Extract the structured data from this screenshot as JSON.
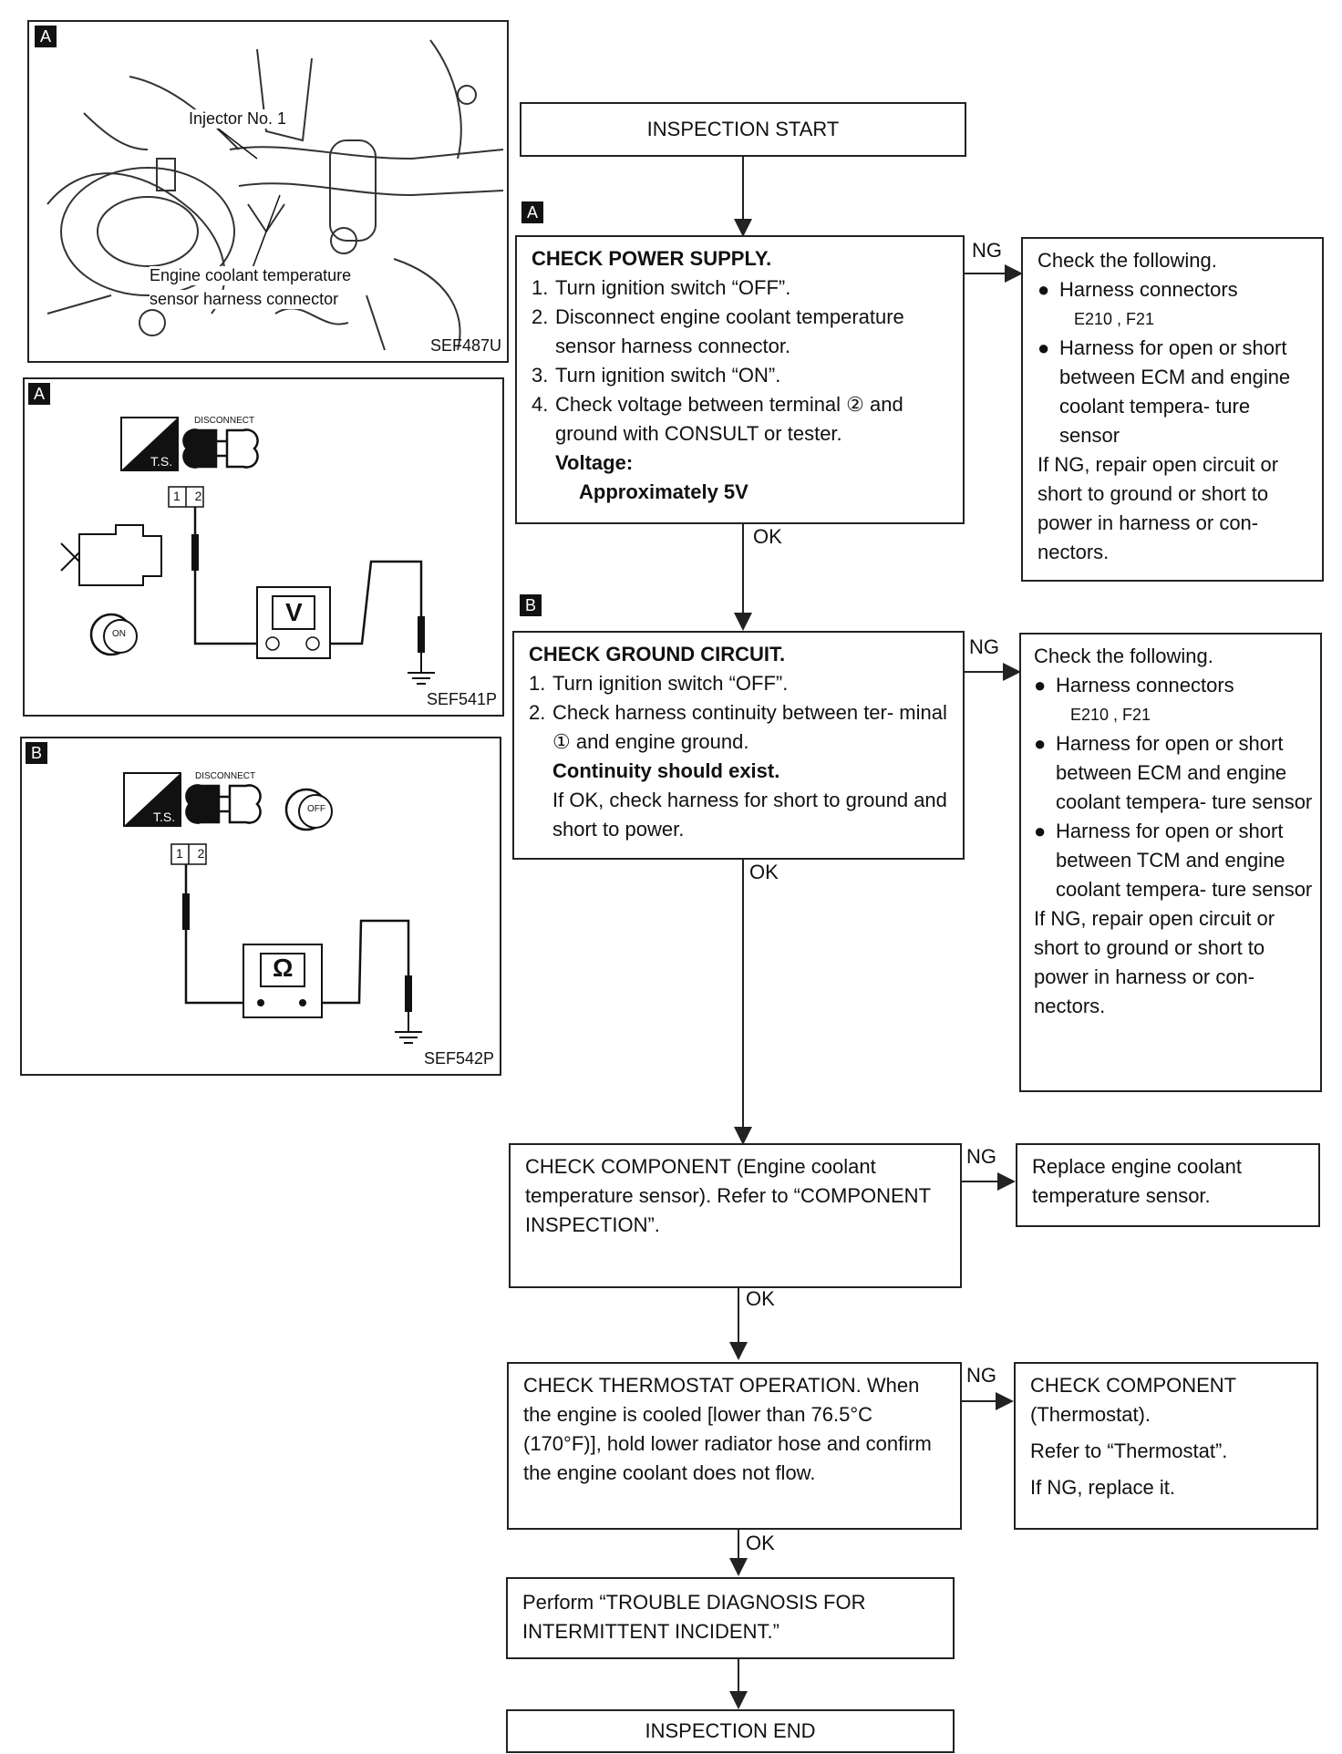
{
  "figures": {
    "photo": {
      "tag": "A",
      "label_injector": "Injector No. 1",
      "label_connector_1": "Engine coolant temperature",
      "label_connector_2": "sensor harness connector",
      "code": "SEF487U"
    },
    "voltage_diagram": {
      "tag": "A",
      "disconnect": "DISCONNECT",
      "ts": "T.S.",
      "pins": "1 2",
      "meter": "V",
      "switch": "ON",
      "code": "SEF541P"
    },
    "continuity_diagram": {
      "tag": "B",
      "disconnect": "DISCONNECT",
      "ts": "T.S.",
      "pins": "1 2",
      "meter": "Ω",
      "switch": "OFF",
      "code": "SEF542P"
    }
  },
  "flow": {
    "start": "INSPECTION START",
    "step1": {
      "tag": "A",
      "title": "CHECK POWER SUPPLY.",
      "items": [
        [
          "1.",
          "Turn ignition switch “OFF”."
        ],
        [
          "2.",
          "Disconnect engine coolant temperature sensor harness connector."
        ],
        [
          "3.",
          "Turn ignition switch “ON”."
        ],
        [
          "4.",
          "Check voltage between terminal ② and ground with CONSULT or tester."
        ]
      ],
      "spec_label": "Voltage:",
      "spec_value": "Approximately 5V",
      "ng": "NG",
      "ok": "OK",
      "ng_box": {
        "intro": "Check the following.",
        "bullets": [
          "Harness connectors",
          "Harness for open or short between ECM and engine coolant tempera- ture sensor"
        ],
        "connectors": "E210 , F21",
        "footer": "If NG, repair open circuit or short to ground or short to power in harness or con- nectors."
      }
    },
    "step2": {
      "tag": "B",
      "title": "CHECK GROUND CIRCUIT.",
      "items": [
        [
          "1.",
          "Turn ignition switch “OFF”."
        ],
        [
          "2.",
          "Check harness continuity between ter- minal ① and engine ground."
        ]
      ],
      "spec": "Continuity should exist.",
      "note": "If OK, check harness for short to ground and short to power.",
      "ng": "NG",
      "ok": "OK",
      "ng_box": {
        "intro": "Check the following.",
        "bullets": [
          "Harness connectors",
          "Harness for open or short between ECM and engine coolant tempera- ture sensor",
          "Harness for open or short between TCM and engine coolant tempera- ture sensor"
        ],
        "connectors": "E210 , F21",
        "footer": "If NG, repair open circuit or short to ground or short to power in harness or con- nectors."
      }
    },
    "step3": {
      "text": "CHECK COMPONENT (Engine coolant temperature sensor). Refer to “COMPONENT INSPECTION”.",
      "ng": "NG",
      "ok": "OK",
      "ng_box": "Replace engine coolant temperature sensor."
    },
    "step4": {
      "text": "CHECK THERMOSTAT OPERATION. When the engine is cooled [lower than 76.5°C (170°F)], hold lower radiator hose and confirm the engine coolant does not flow.",
      "ng": "NG",
      "ok": "OK",
      "ng_box_title": "CHECK COMPONENT",
      "ng_box_sub": "(Thermostat).",
      "ng_box_ref": "Refer to “Thermostat”.",
      "ng_box_fix": "If NG, replace it."
    },
    "step5": "Perform “TROUBLE DIAGNOSIS FOR INTERMITTENT INCIDENT.”",
    "end": "INSPECTION END"
  }
}
